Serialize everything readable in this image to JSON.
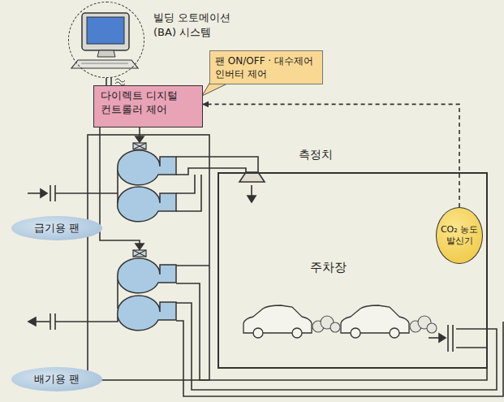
{
  "diagram": {
    "nodes": [
      {
        "text": [
          "빌딩 오토메이션 (BA) 시스템"
        ]
      },
      {
        "text": [
          "팬 ON/OFF · 대수제어 인버터 제어"
        ]
      },
      {
        "text": [
          "다이렉트 디지털 컨트롤러 제어"
        ]
      },
      {
        "text": [
          "급기용 팬"
        ]
      },
      {
        "text": [
          "배기용 팬"
        ]
      },
      {
        "text": [
          "주차장"
        ]
      },
      {
        "text": [
          "CO₂ 농도 발신기"
        ],
        "in": 5
      }
    ],
    "edges": [
      {
        "from": 0,
        "to": 2,
        "arrow": "none"
      },
      {
        "from": 6,
        "to": 2,
        "label": "측정치",
        "arrow": "to"
      }
    ]
  }
}
